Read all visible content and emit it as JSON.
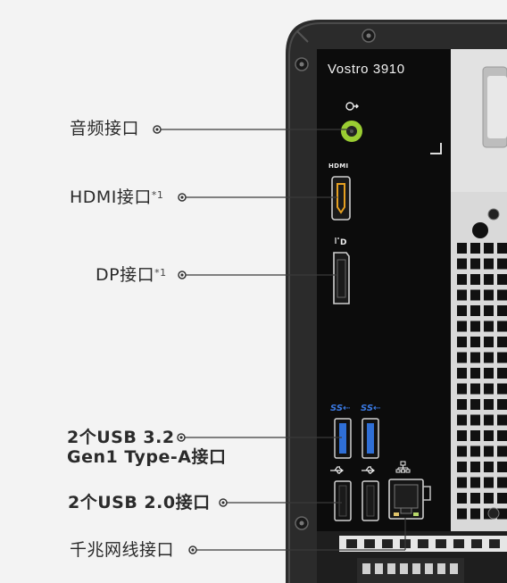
{
  "model": "Vostro 3910",
  "labels": {
    "audio": "音频接口",
    "hdmi": "HDMI接口",
    "hdmi_note": "*1",
    "dp": "DP接口",
    "dp_note": "*1",
    "usb32_line1": "2个USB 3.2",
    "usb32_line2": "Gen1 Type-A接口",
    "usb20": "2个USB 2.0接口",
    "lan": "千兆网线接口"
  },
  "port_marks": {
    "hdmi": "HDMI",
    "dp": "D",
    "ss": "SS⇠"
  },
  "colors": {
    "page_bg": "#f3f3f3",
    "chassis": "#2a2a2a",
    "panel": "#0d0d0d",
    "audio_green": "#9acd32",
    "usb3_blue": "#2f6fd6",
    "grille": "#111111",
    "leader": "#3a3a3a"
  },
  "icons": [
    "headphone-icon",
    "usb-icon",
    "network-icon",
    "screw-icon"
  ]
}
